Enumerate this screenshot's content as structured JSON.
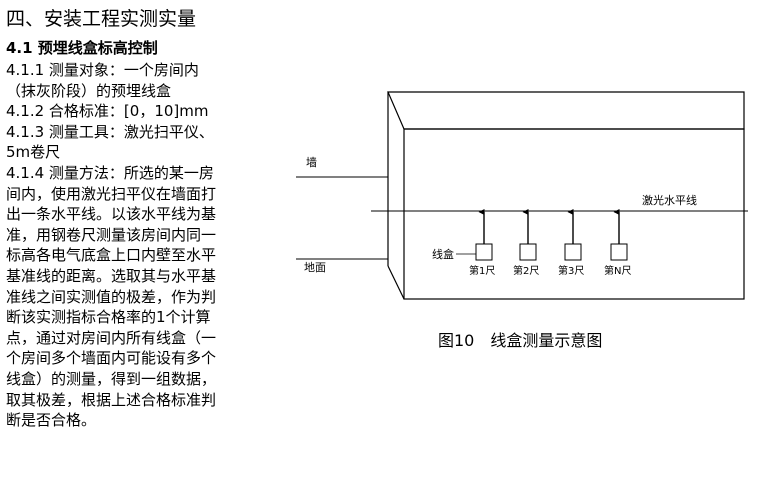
{
  "heading": "四、安装工程实测实量",
  "section": {
    "title": "4.1 预埋线盒标高控制",
    "lines": [
      "4.1.1 测量对象：一个房间内",
      "（抹灰阶段）的预埋线盒",
      "4.1.2 合格标准：[0，10]mm",
      "4.1.3 测量工具：激光扫平仪、",
      "5m卷尺",
      "4.1.4 测量方法：所选的某一房",
      "间内，使用激光扫平仪在墙面打",
      "出一条水平线。以该水平线为基",
      "准，用钢卷尺测量该房间内同一",
      "标高各电气底盒上口内壁至水平",
      "基准线的距离。选取其与水平基",
      "准线之间实测值的极差，作为判",
      "断该实测指标合格率的1个计算",
      "点，通过对房间内所有线盒（一",
      "个房间多个墙面内可能设有多个",
      "线盒）的测量，得到一组数据，",
      "取其极差，根据上述合格标准判",
      "断是否合格。"
    ]
  },
  "figure": {
    "wall_label": "墙",
    "floor_label": "地面",
    "laser_label": "激光水平线",
    "box_label": "线盒",
    "rulers": [
      "第1尺",
      "第2尺",
      "第3尺",
      "第N尺"
    ],
    "caption": "图10　线盒测量示意图"
  }
}
